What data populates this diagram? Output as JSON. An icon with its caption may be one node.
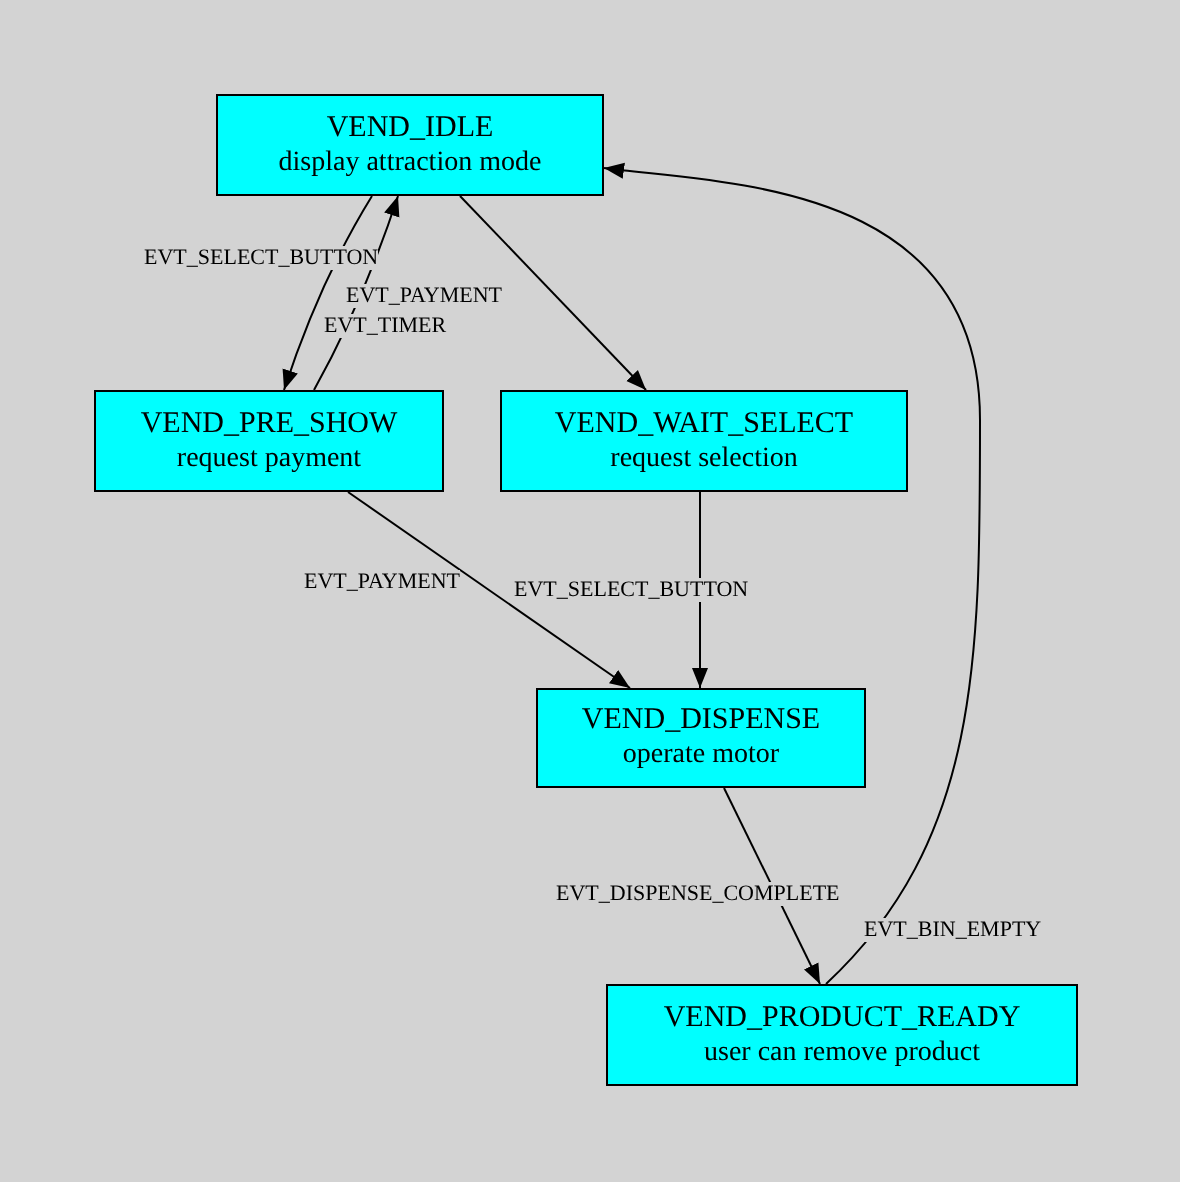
{
  "diagram": {
    "nodes": [
      {
        "text": [
          "VEND_IDLE",
          "display attraction mode"
        ]
      },
      {
        "text": [
          "VEND_PRE_SHOW",
          "request payment"
        ]
      },
      {
        "text": [
          "VEND_WAIT_SELECT",
          "request selection"
        ]
      },
      {
        "text": [
          "VEND_DISPENSE",
          "operate motor"
        ]
      },
      {
        "text": [
          "VEND_PRODUCT_READY",
          "user can remove product"
        ]
      }
    ],
    "edges": [
      {
        "from": 0,
        "to": 1,
        "arrow": "to",
        "label": "EVT_SELECT_BUTTON"
      },
      {
        "from": 1,
        "to": 0,
        "arrow": "to",
        "label": "EVT_TIMER"
      },
      {
        "from": 0,
        "to": 2,
        "arrow": "to",
        "label": "EVT_PAYMENT"
      },
      {
        "from": 1,
        "to": 3,
        "arrow": "to",
        "label": "EVT_PAYMENT"
      },
      {
        "from": 2,
        "to": 3,
        "arrow": "to",
        "label": "EVT_SELECT_BUTTON"
      },
      {
        "from": 3,
        "to": 4,
        "arrow": "to",
        "label": "EVT_DISPENSE_COMPLETE"
      },
      {
        "from": 4,
        "to": 0,
        "arrow": "to",
        "label": "EVT_BIN_EMPTY"
      }
    ]
  }
}
